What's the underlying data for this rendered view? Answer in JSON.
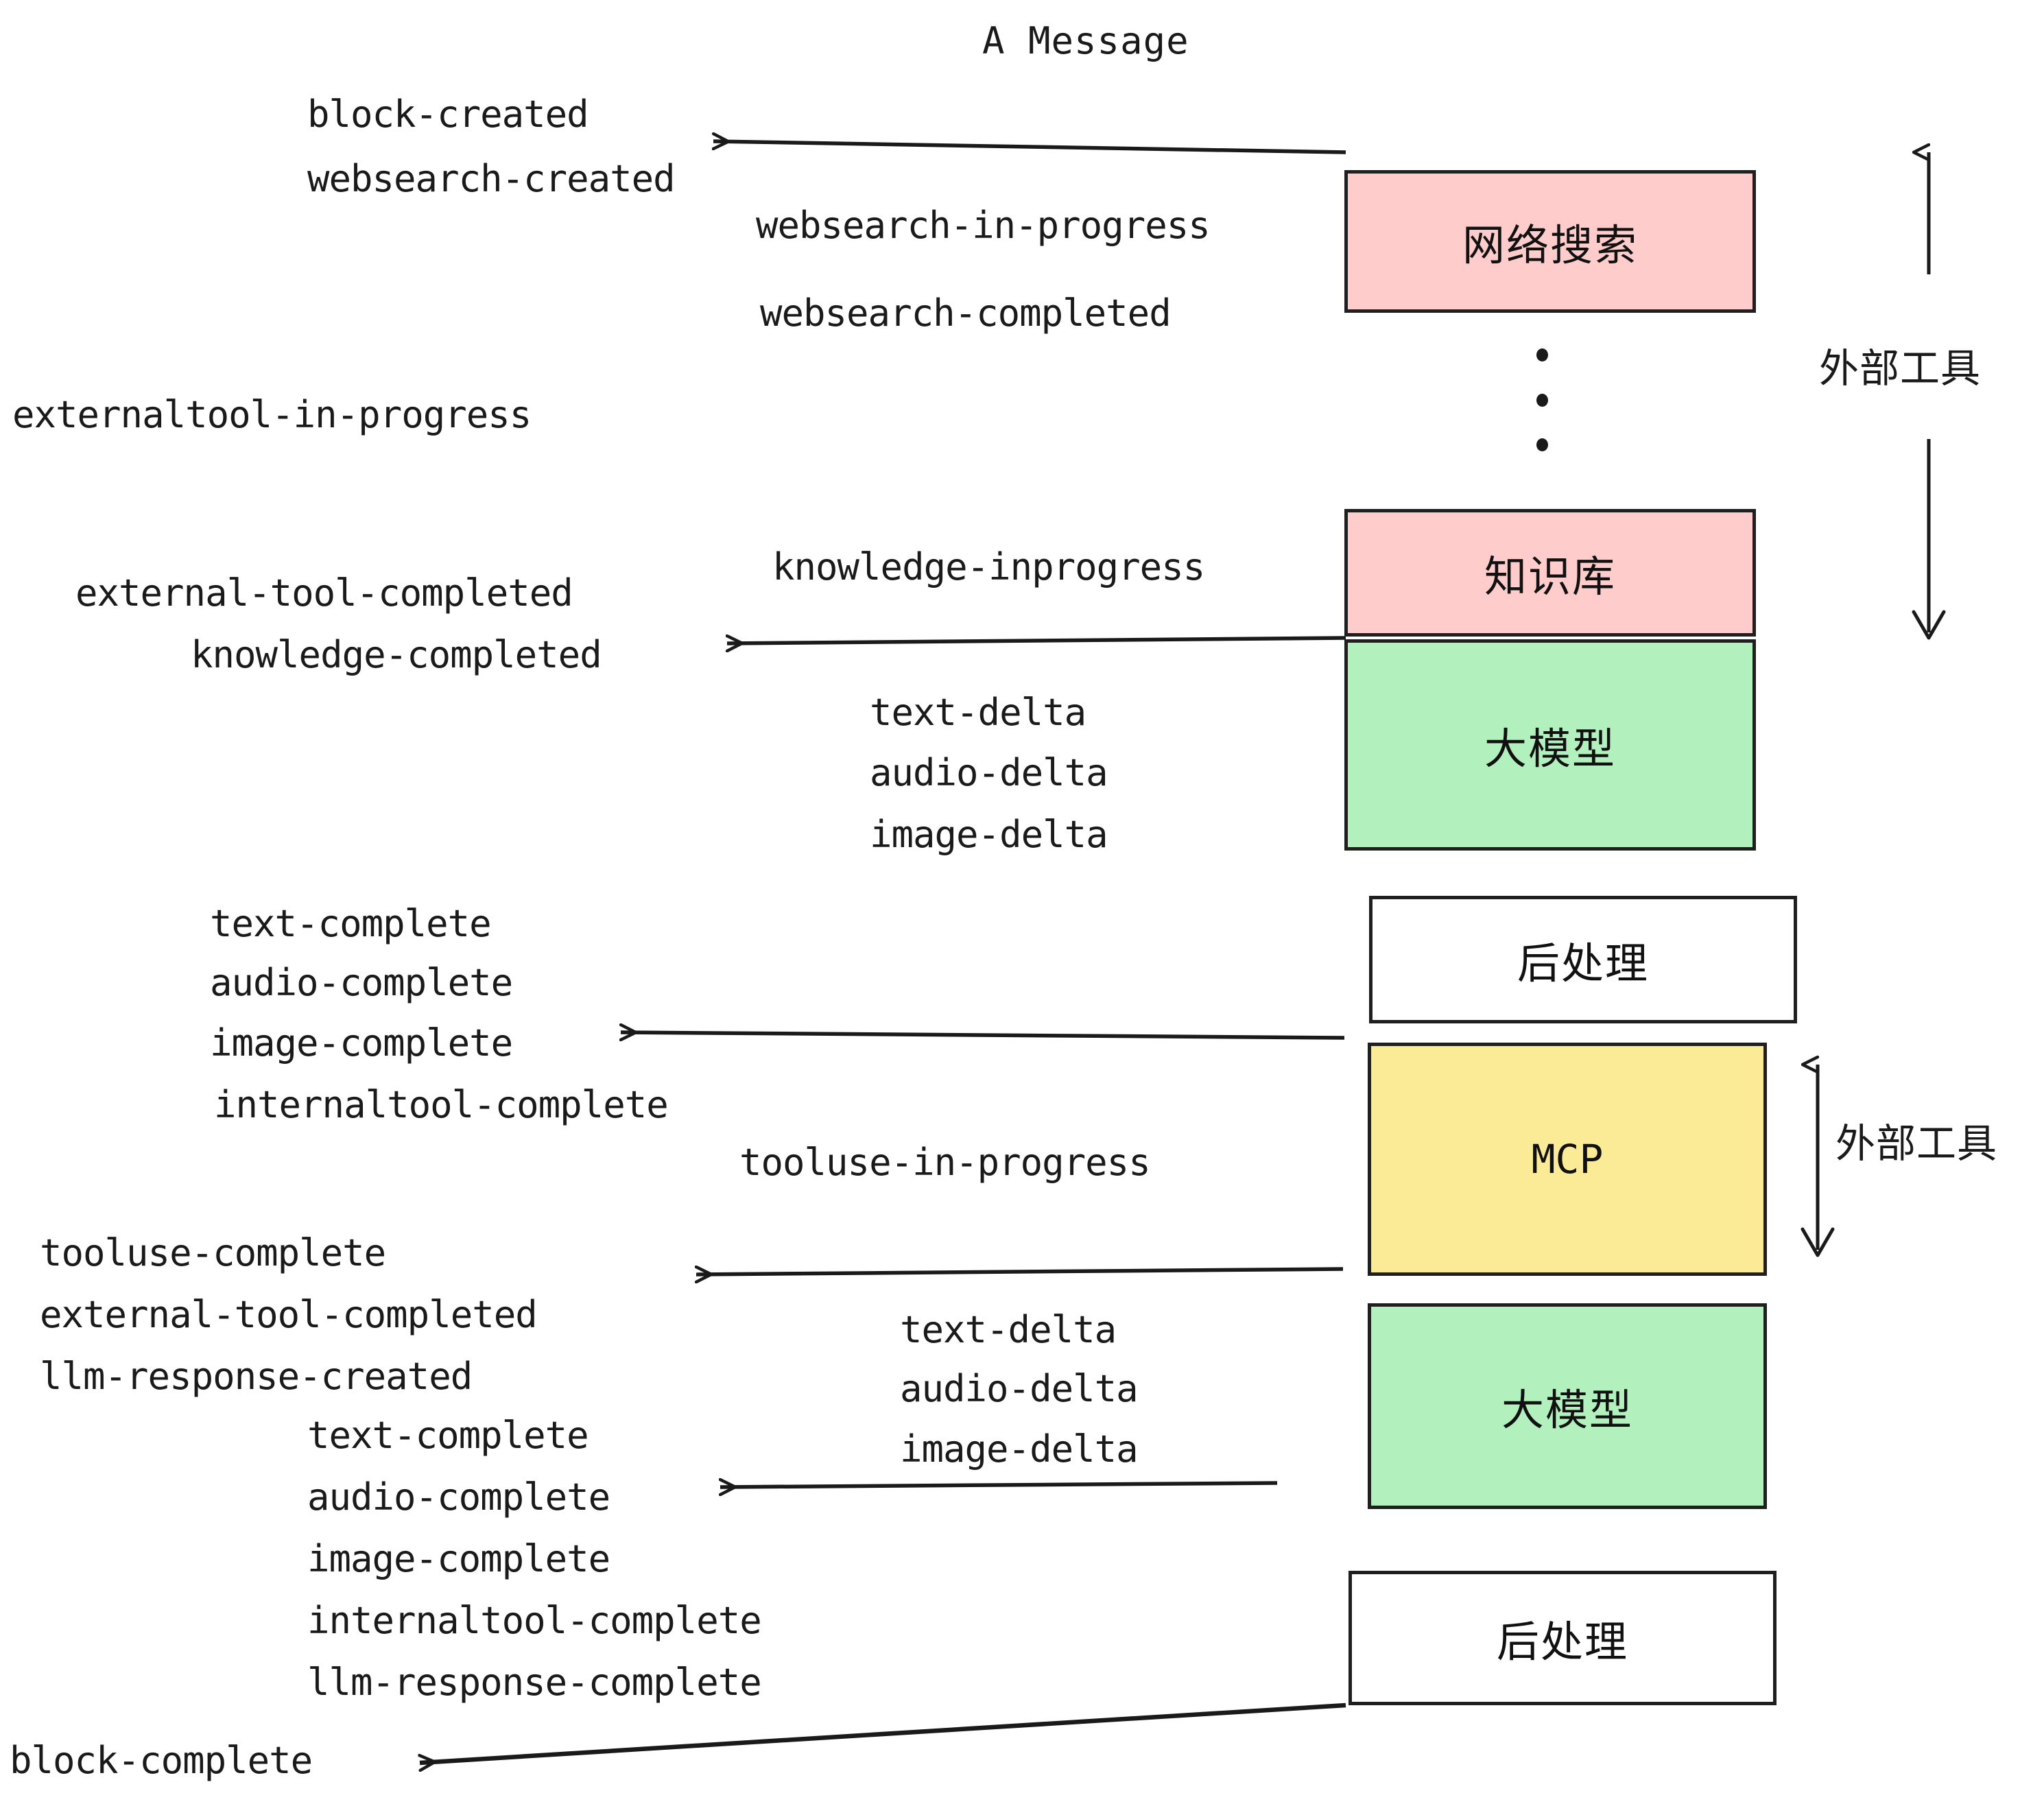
{
  "diagram": {
    "title": "A Message",
    "colors": {
      "websearch_box": "#FFCCCC",
      "knowledge_box": "#FFCCCC",
      "llm_box": "#B2F0BD",
      "mcp_box": "#FCEB96",
      "postprocess_box": "#FFFFFF",
      "stroke": "#1F1F1F",
      "text": "#1A1A1A"
    },
    "nodes": [
      {
        "id": "websearch",
        "label": "网络搜索",
        "fill": "#FFCCCC"
      },
      {
        "id": "knowledge",
        "label": "知识库",
        "fill": "#FFCCCC"
      },
      {
        "id": "llm1",
        "label": "大模型",
        "fill": "#B2F0BD"
      },
      {
        "id": "postprocess1",
        "label": "后处理",
        "fill": "#FFFFFF"
      },
      {
        "id": "mcp",
        "label": "MCP",
        "fill": "#FCEB96"
      },
      {
        "id": "llm2",
        "label": "大模型",
        "fill": "#B2F0BD"
      },
      {
        "id": "postprocess2",
        "label": "后处理",
        "fill": "#FFFFFF"
      }
    ],
    "side_labels": [
      {
        "id": "external-tools-top",
        "label": "外部工具"
      },
      {
        "id": "external-tools-bottom",
        "label": "外部工具"
      }
    ],
    "events": [
      {
        "id": "block-created",
        "text": "block-created"
      },
      {
        "id": "websearch-created",
        "text": "websearch-created"
      },
      {
        "id": "websearch-in-progress",
        "text": "websearch-in-progress"
      },
      {
        "id": "websearch-completed",
        "text": "websearch-completed"
      },
      {
        "id": "externaltool-in-progress",
        "text": "externaltool-in-progress"
      },
      {
        "id": "knowledge-inprogress",
        "text": "knowledge-inprogress"
      },
      {
        "id": "external-tool-completed-1",
        "text": "external-tool-completed"
      },
      {
        "id": "knowledge-completed",
        "text": "knowledge-completed"
      },
      {
        "id": "text-delta-1",
        "text": "text-delta"
      },
      {
        "id": "audio-delta-1",
        "text": "audio-delta"
      },
      {
        "id": "image-delta-1",
        "text": "image-delta"
      },
      {
        "id": "text-complete-1",
        "text": "text-complete"
      },
      {
        "id": "audio-complete-1",
        "text": "audio-complete"
      },
      {
        "id": "image-complete-1",
        "text": "image-complete"
      },
      {
        "id": "internaltool-complete-1",
        "text": "internaltool-complete"
      },
      {
        "id": "tooluse-in-progress",
        "text": "tooluse-in-progress"
      },
      {
        "id": "tooluse-complete",
        "text": "tooluse-complete"
      },
      {
        "id": "external-tool-completed-2",
        "text": "external-tool-completed"
      },
      {
        "id": "llm-response-created",
        "text": "llm-response-created"
      },
      {
        "id": "text-delta-2",
        "text": "text-delta"
      },
      {
        "id": "audio-delta-2",
        "text": "audio-delta"
      },
      {
        "id": "image-delta-2",
        "text": "image-delta"
      },
      {
        "id": "text-complete-2",
        "text": "text-complete"
      },
      {
        "id": "audio-complete-2",
        "text": "audio-complete"
      },
      {
        "id": "image-complete-2",
        "text": "image-complete"
      },
      {
        "id": "internaltool-complete-2",
        "text": "internaltool-complete"
      },
      {
        "id": "llm-response-complete",
        "text": "llm-response-complete"
      },
      {
        "id": "block-complete",
        "text": "block-complete"
      }
    ]
  }
}
